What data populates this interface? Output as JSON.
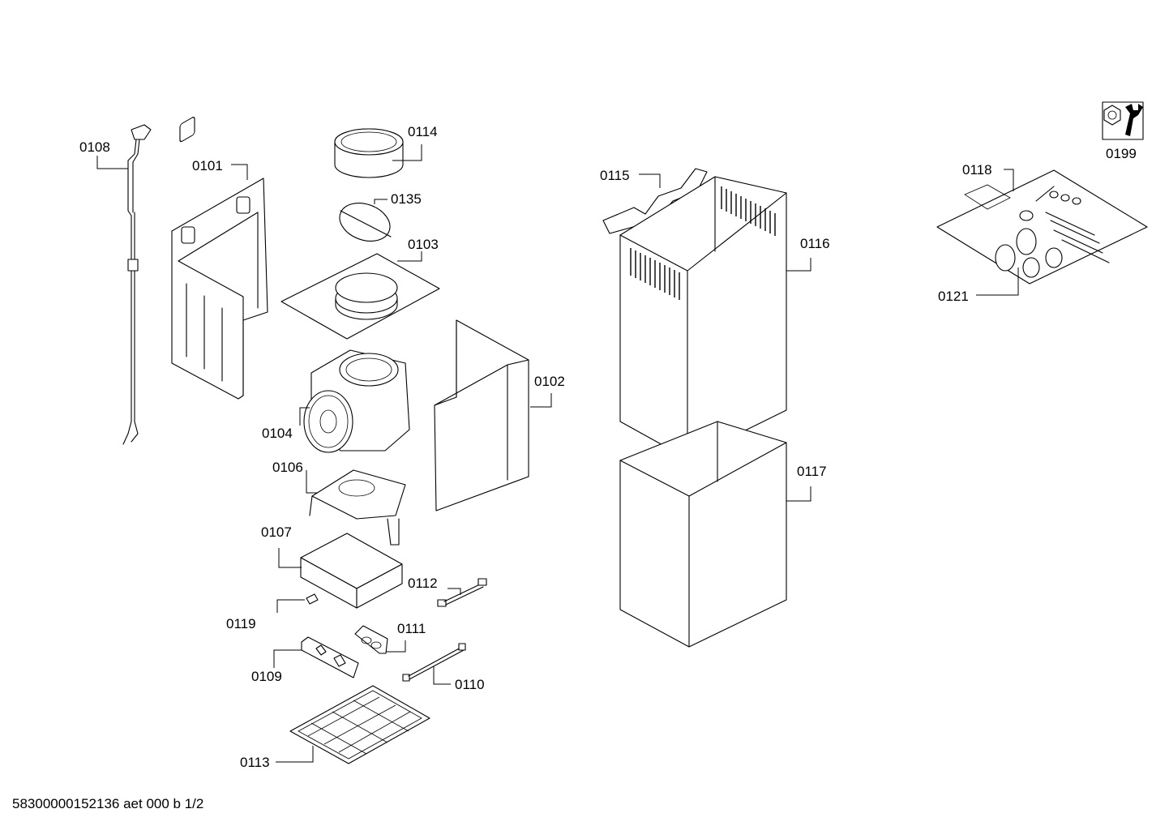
{
  "document_id": "58300000152136 aet 000 b 1/2",
  "parts": [
    {
      "id": "p0108",
      "label": "0108"
    },
    {
      "id": "p0101",
      "label": "0101"
    },
    {
      "id": "p0114",
      "label": "0114"
    },
    {
      "id": "p0135",
      "label": "0135"
    },
    {
      "id": "p0103",
      "label": "0103"
    },
    {
      "id": "p0102",
      "label": "0102"
    },
    {
      "id": "p0104",
      "label": "0104"
    },
    {
      "id": "p0106",
      "label": "0106"
    },
    {
      "id": "p0107",
      "label": "0107"
    },
    {
      "id": "p0112",
      "label": "0112"
    },
    {
      "id": "p0119",
      "label": "0119"
    },
    {
      "id": "p0111",
      "label": "0111"
    },
    {
      "id": "p0109",
      "label": "0109"
    },
    {
      "id": "p0110",
      "label": "0110"
    },
    {
      "id": "p0113",
      "label": "0113"
    },
    {
      "id": "p0115",
      "label": "0115"
    },
    {
      "id": "p0116",
      "label": "0116"
    },
    {
      "id": "p0117",
      "label": "0117"
    },
    {
      "id": "p0118",
      "label": "0118"
    },
    {
      "id": "p0121",
      "label": "0121"
    },
    {
      "id": "p0199",
      "label": "0199"
    }
  ],
  "icons": {
    "service_tool": "wrench-nut-icon"
  }
}
